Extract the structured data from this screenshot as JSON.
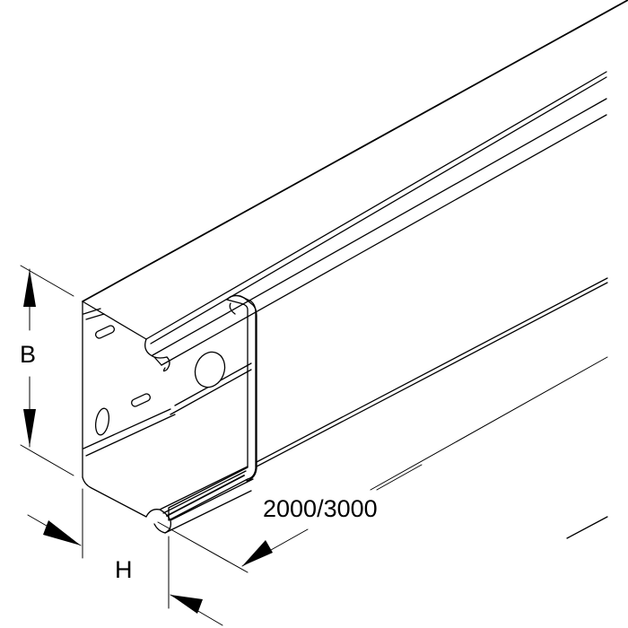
{
  "diagram": {
    "subject": "cable trunking duct profile (isometric line drawing)",
    "dimensions": {
      "height_label": "B",
      "depth_label": "H",
      "length_label": "2000/3000"
    },
    "colors": {
      "line": "#000000",
      "background": "#ffffff"
    }
  }
}
